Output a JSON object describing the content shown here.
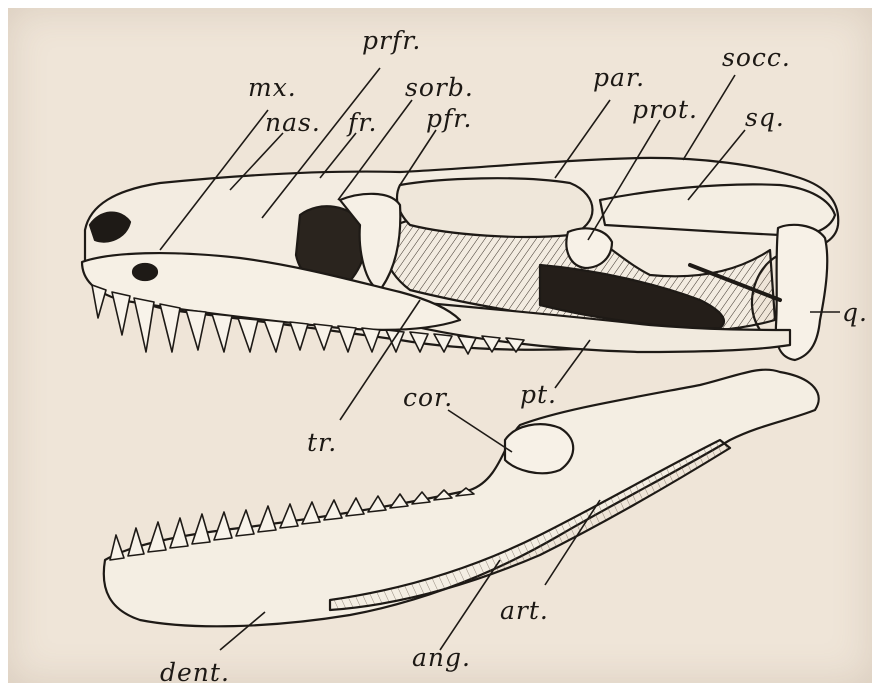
{
  "labels": {
    "prfr": "prfr.",
    "mx": "mx.",
    "sorb": "sorb.",
    "par": "par.",
    "socc": "socc.",
    "nas": "nas.",
    "fr": "fr.",
    "pfr": "pfr.",
    "prot": "prot.",
    "sq": "sq.",
    "q": "q.",
    "cor": "cor.",
    "pt": "pt.",
    "tr": "tr.",
    "art": "art.",
    "dent": "dent.",
    "ang": "ang."
  }
}
